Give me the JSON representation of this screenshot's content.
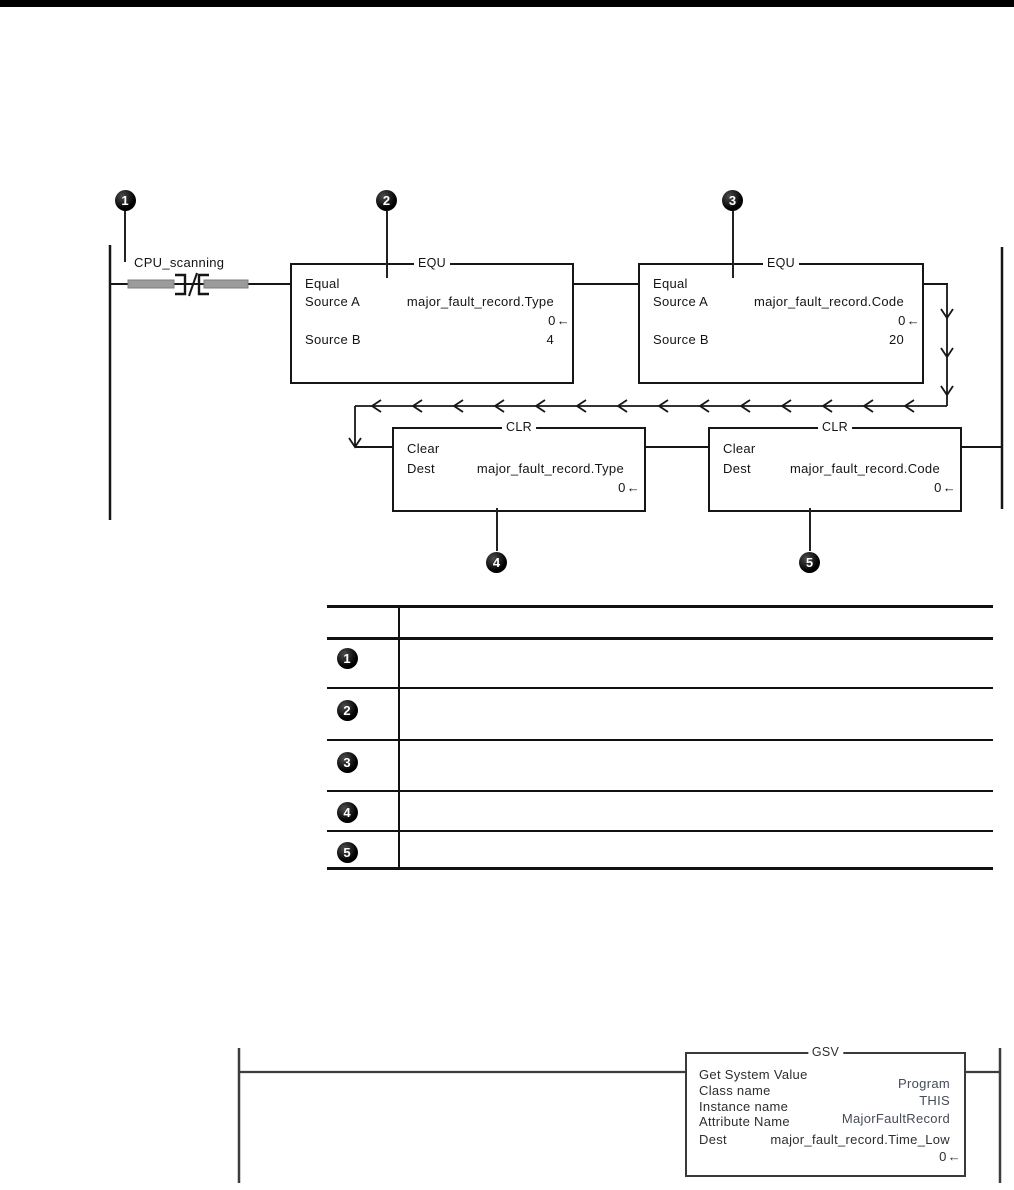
{
  "colors": {
    "top_bar": "#000000",
    "contact_highlight": "#9b9b9b",
    "gsv_value_tint": "#454b57"
  },
  "callouts": [
    {
      "num": "1"
    },
    {
      "num": "2"
    },
    {
      "num": "3"
    },
    {
      "num": "4"
    },
    {
      "num": "5"
    }
  ],
  "ladder1": {
    "contact_label": "CPU_scanning",
    "equ1": {
      "mnemonic": "EQU",
      "op_name": "Equal",
      "src_a_label": "Source A",
      "src_a_operand": "major_fault_record.Type",
      "src_a_value": "0",
      "arrow": "←",
      "src_b_label": "Source B",
      "src_b_value": "4"
    },
    "equ2": {
      "mnemonic": "EQU",
      "op_name": "Equal",
      "src_a_label": "Source A",
      "src_a_operand": "major_fault_record.Code",
      "src_a_value": "0",
      "arrow": "←",
      "src_b_label": "Source B",
      "src_b_value": "20"
    },
    "clr1": {
      "mnemonic": "CLR",
      "op_name": "Clear",
      "dest_label": "Dest",
      "dest_operand": "major_fault_record.Type",
      "dest_value": "0",
      "arrow": "←"
    },
    "clr2": {
      "mnemonic": "CLR",
      "op_name": "Clear",
      "dest_label": "Dest",
      "dest_operand": "major_fault_record.Code",
      "dest_value": "0",
      "arrow": "←"
    }
  },
  "table": {
    "header": "",
    "rows": [
      {
        "num": "1",
        "description": ""
      },
      {
        "num": "2",
        "description": ""
      },
      {
        "num": "3",
        "description": ""
      },
      {
        "num": "4",
        "description": ""
      },
      {
        "num": "5",
        "description": ""
      }
    ]
  },
  "ladder2": {
    "gsv": {
      "mnemonic": "GSV",
      "op_name": "Get System Value",
      "class_label": "Class name",
      "class_value": "Program",
      "instance_label": "Instance name",
      "instance_value": "THIS",
      "attribute_label": "Attribute Name",
      "attribute_value": "MajorFaultRecord",
      "dest_label": "Dest",
      "dest_operand": "major_fault_record.Time_Low",
      "dest_value": "0",
      "arrow": "←"
    }
  }
}
